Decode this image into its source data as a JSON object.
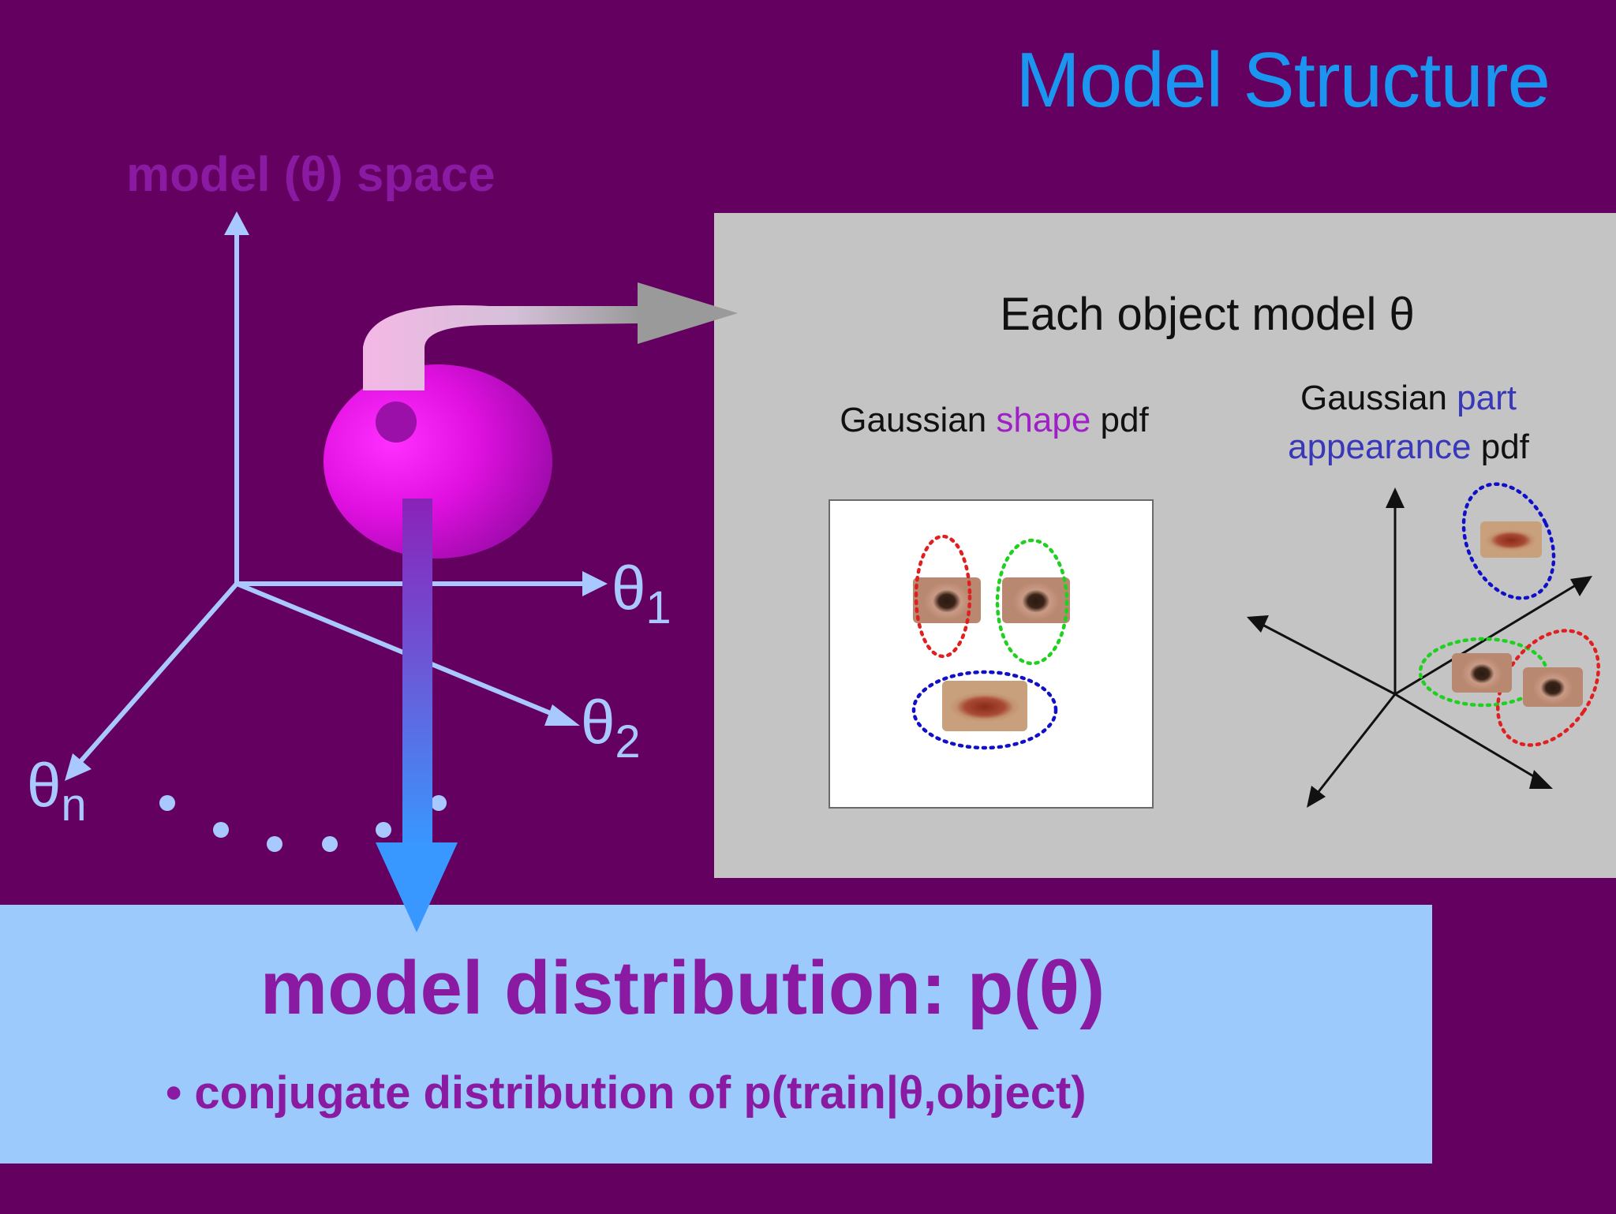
{
  "title": "Model Structure",
  "space_label": "model (θ) space",
  "axes": {
    "theta1": {
      "base": "θ",
      "sub": "1"
    },
    "theta2": {
      "base": "θ",
      "sub": "2"
    },
    "thetan": {
      "base": "θ",
      "sub": "n"
    }
  },
  "panel": {
    "heading": "Each object model θ",
    "shape_label": {
      "pre": "Gaussian ",
      "highlight": "shape",
      "post": " pdf"
    },
    "appearance_label": {
      "pre": "Gaussian ",
      "highlight": "part appearance",
      "post": " pdf"
    }
  },
  "bottom": {
    "title": "model distribution: p(θ)",
    "bullet": "• conjugate distribution of p(train|θ,object)"
  },
  "colors": {
    "background": "#640060",
    "title": "#1a96f0",
    "accent_purple": "#8a1aa2",
    "axis": "#a8c8ff",
    "panel_gray": "#c4c4c4",
    "bottom_panel": "#9ccafc",
    "ellipse_red": "#e02020",
    "ellipse_green": "#20d020",
    "ellipse_blue": "#1010c8"
  },
  "icons": [
    "pink-blob-icon",
    "down-arrow-icon",
    "curved-arrow-icon",
    "eye-image",
    "lips-image"
  ]
}
